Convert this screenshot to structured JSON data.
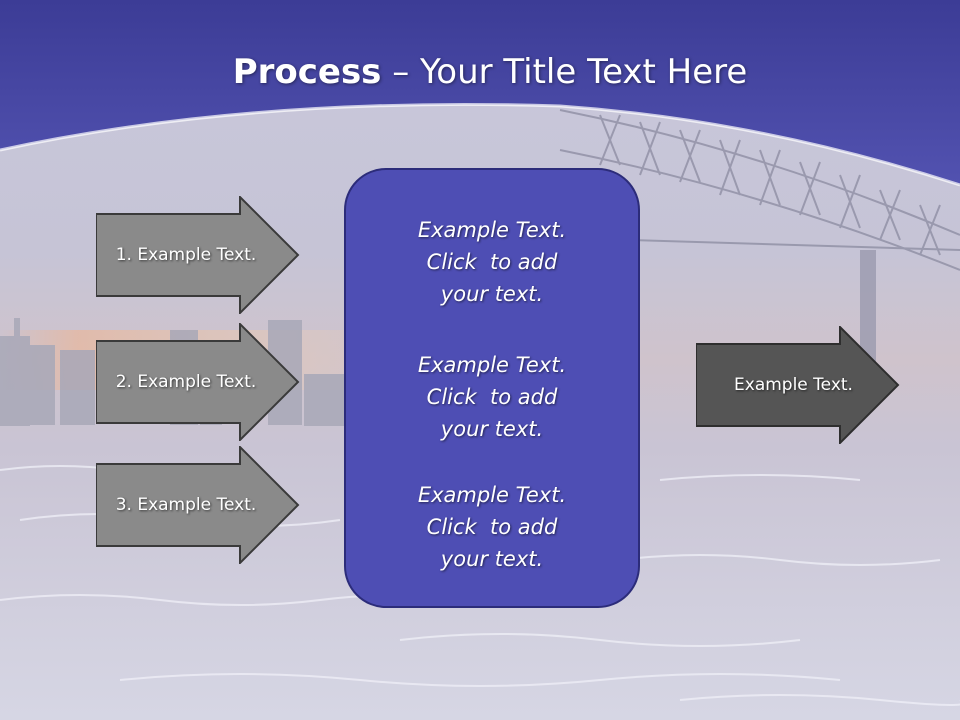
{
  "title": {
    "bold": "Process",
    "rest": " – Your Title Text Here"
  },
  "left_arrows": [
    {
      "label": "1. Example Text."
    },
    {
      "label": "2. Example Text."
    },
    {
      "label": "3. Example Text."
    }
  ],
  "center_box": {
    "blocks": [
      {
        "text": "Example Text.\nClick  to add\nyour text."
      },
      {
        "text": "Example Text.\nClick  to add\nyour text."
      },
      {
        "text": "Example Text.\nClick  to add\nyour text."
      }
    ]
  },
  "right_arrow": {
    "label": "Example Text."
  },
  "colors": {
    "header": "#4a4aa6",
    "box_fill": "#4e4eb4",
    "arrow_left": "#8a8a8a",
    "arrow_right": "#555555"
  }
}
